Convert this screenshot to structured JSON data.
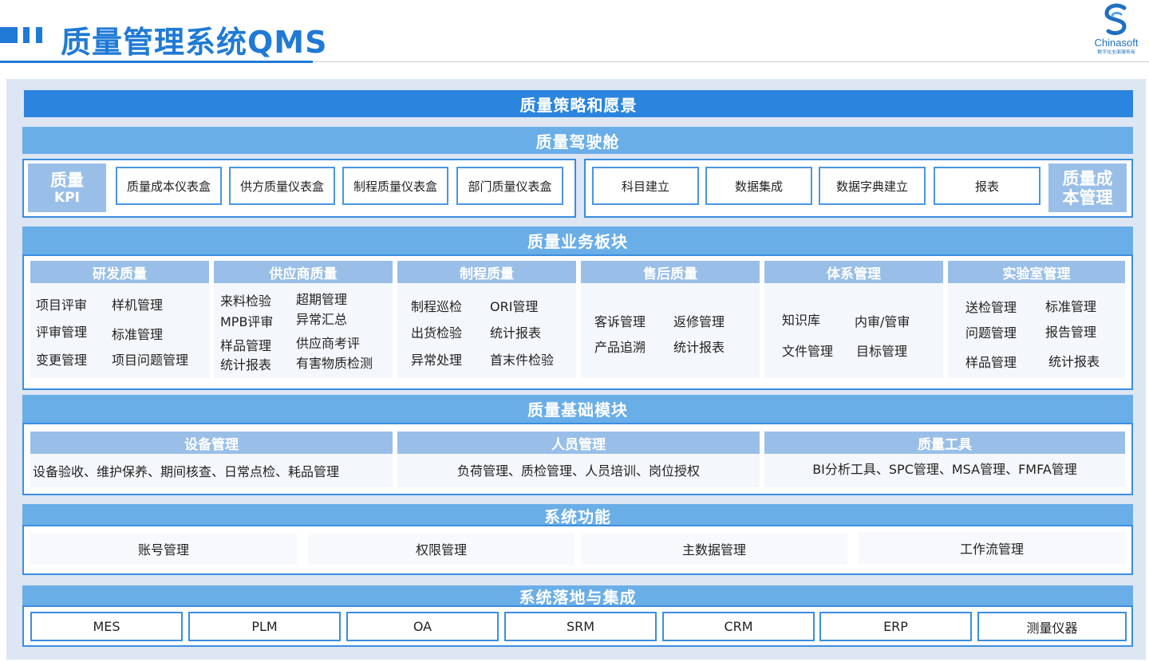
{
  "header": {
    "title": "质量管理系统QMS",
    "logo": {
      "name": "Chinasoft",
      "slogan": "数字化全面服务商",
      "color": "#1f6fc1"
    },
    "accent": "#1f7ad6"
  },
  "strategy": {
    "title": "质量策略和愿景"
  },
  "cockpit": {
    "title": "质量驾驶舱",
    "kpi_tag": {
      "line1": "质量",
      "line2": "KPI"
    },
    "dashboards": [
      "质量成本仪表盒",
      "供方质量仪表盒",
      "制程质量仪表盒",
      "部门质量仪表盒"
    ],
    "cost_items": [
      "科目建立",
      "数据集成",
      "数据字典建立",
      "报表"
    ],
    "cost_tag": {
      "line1": "质量成",
      "line2": "本管理"
    }
  },
  "business": {
    "title": "质量业务板块",
    "modules": [
      {
        "title": "研发质量",
        "items": [
          "项目评审",
          "样机管理",
          "评审管理",
          "标准管理",
          "变更管理",
          "项目问题管理"
        ]
      },
      {
        "title": "供应商质量",
        "items": [
          "来料检验",
          "超期管理",
          "MPB评审",
          "异常汇总",
          "样品管理",
          "供应商考评",
          "统计报表",
          "有害物质检测"
        ]
      },
      {
        "title": "制程质量",
        "items": [
          "制程巡检",
          "ORI管理",
          "出货检验",
          "统计报表",
          "异常处理",
          "首末件检验"
        ]
      },
      {
        "title": "售后质量",
        "items": [
          "客诉管理",
          "返修管理",
          "产品追溯",
          "统计报表"
        ]
      },
      {
        "title": "体系管理",
        "items": [
          "知识库",
          "内审/管审",
          "文件管理",
          "目标管理"
        ]
      },
      {
        "title": "实验室管理",
        "items": [
          "送检管理",
          "标准管理",
          "问题管理",
          "报告管理",
          "样品管理",
          "统计报表"
        ]
      }
    ]
  },
  "foundation": {
    "title": "质量基础模块",
    "modules": [
      {
        "title": "设备管理",
        "text": "设备验收、维护保养、期间核查、日常点检、耗品管理"
      },
      {
        "title": "人员管理",
        "text": "负荷管理、质检管理、人员培训、岗位授权"
      },
      {
        "title": "质量工具",
        "text": "BI分析工具、SPC管理、MSA管理、FMFA管理"
      }
    ]
  },
  "system": {
    "title": "系统功能",
    "items": [
      "账号管理",
      "权限管理",
      "主数据管理",
      "工作流管理"
    ]
  },
  "integration": {
    "title": "系统落地与集成",
    "items": [
      "MES",
      "PLM",
      "OA",
      "SRM",
      "CRM",
      "ERP",
      "测量仪器"
    ]
  }
}
